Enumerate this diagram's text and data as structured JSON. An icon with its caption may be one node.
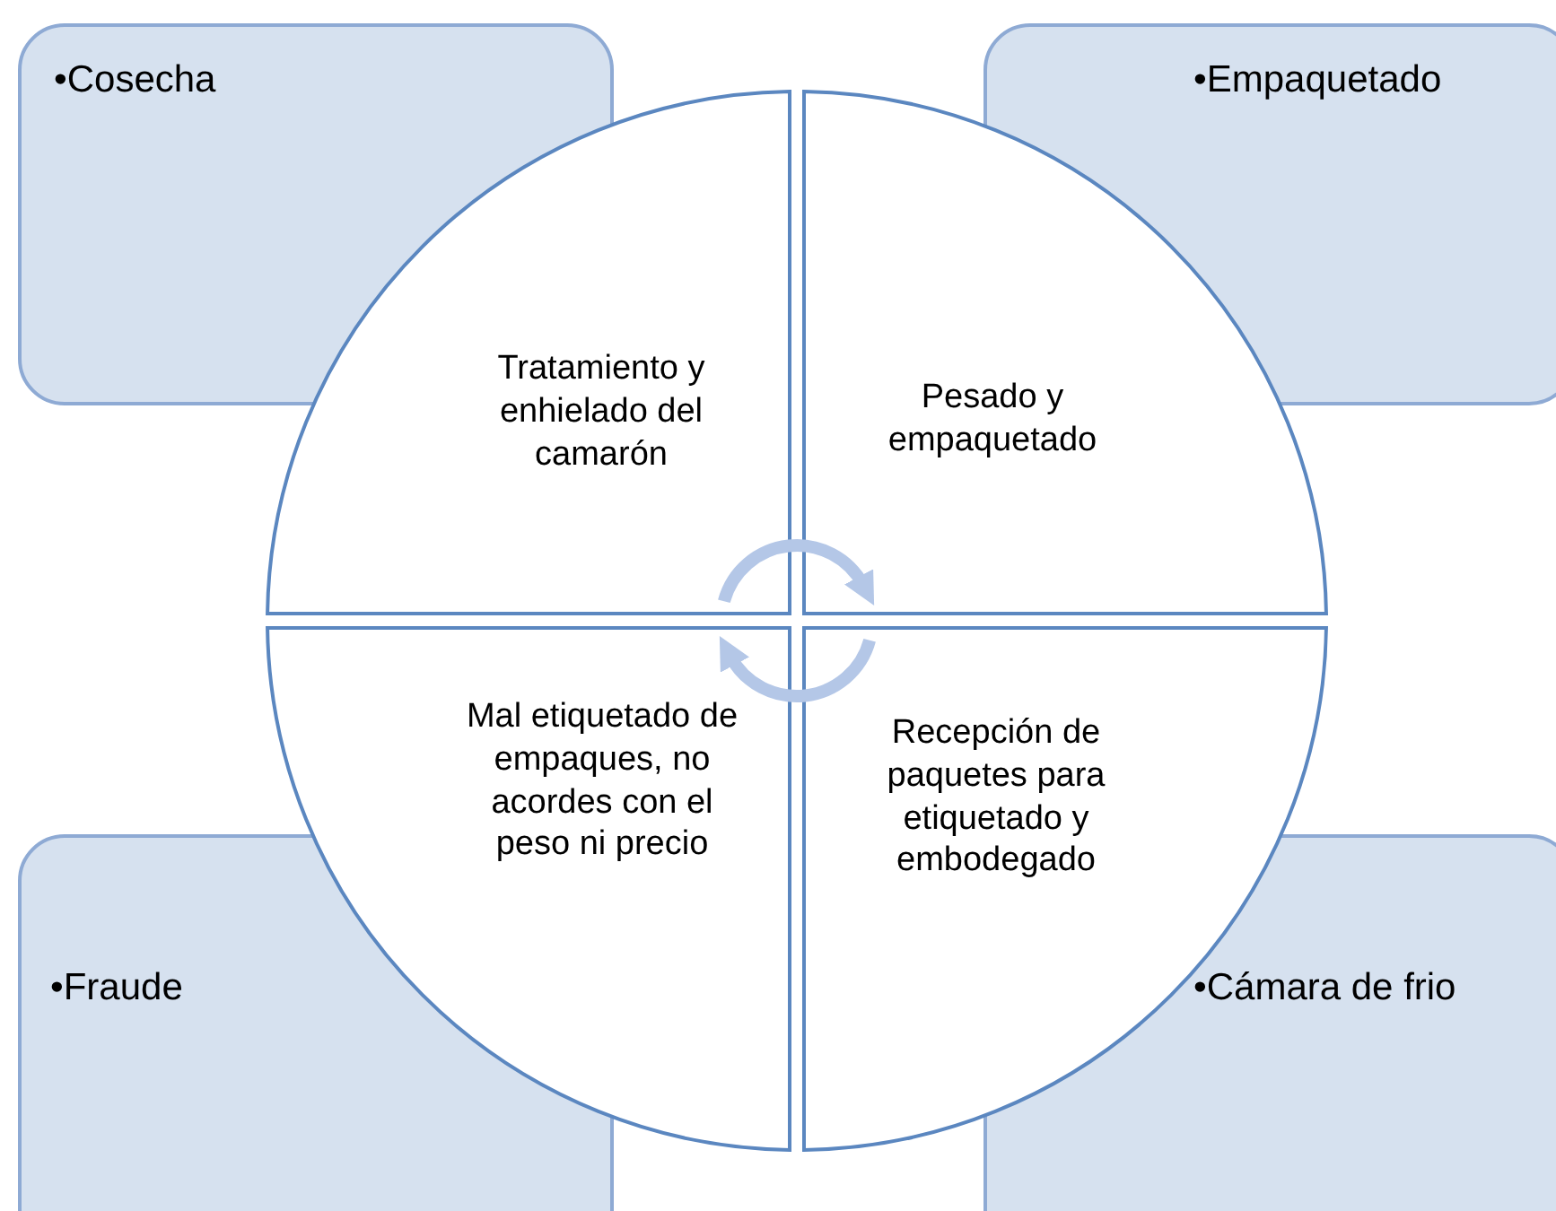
{
  "diagram": {
    "nodes": [
      {
        "text": [
          "•Cosecha"
        ]
      },
      {
        "text": [
          "•Empaquetado"
        ]
      },
      {
        "text": [
          "•Fraude"
        ]
      },
      {
        "text": [
          "•Cámara de frio"
        ]
      },
      {
        "text": [
          "Tratamiento y enhielado del camarón"
        ]
      },
      {
        "text": [
          "Pesado y empaquetado"
        ]
      },
      {
        "text": [
          "Mal etiquetado de empaques, no acordes con el peso ni precio"
        ]
      },
      {
        "text": [
          "Recepción de paquetes para etiquetado y embodegado"
        ]
      }
    ],
    "edges": [
      {
        "from": 4,
        "to": 5,
        "arrow": "to",
        "color": "#b4c7e7"
      },
      {
        "from": 7,
        "to": 6,
        "arrow": "to",
        "color": "#b4c7e7"
      }
    ]
  }
}
